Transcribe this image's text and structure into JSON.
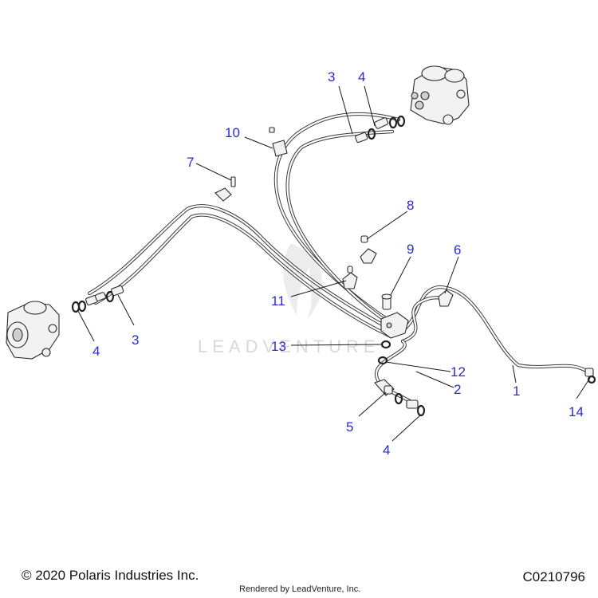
{
  "callouts": {
    "c1": "1",
    "c2": "2",
    "c3a": "3",
    "c3b": "3",
    "c4a": "4",
    "c4b": "4",
    "c4c": "4",
    "c5": "5",
    "c6": "6",
    "c7": "7",
    "c8": "8",
    "c9": "9",
    "c10": "10",
    "c11": "11",
    "c12": "12",
    "c13": "13",
    "c14": "14"
  },
  "watermark": "LEADVENTURE",
  "footer": {
    "copyright": "© 2020 Polaris Industries Inc.",
    "rendered_by": "Rendered by LeadVenture, Inc.",
    "diagram_code": "C0210796"
  },
  "colors": {
    "callout": "#2b2bd6",
    "line": "#3a3a3a",
    "watermark": "#d9d9d9"
  }
}
